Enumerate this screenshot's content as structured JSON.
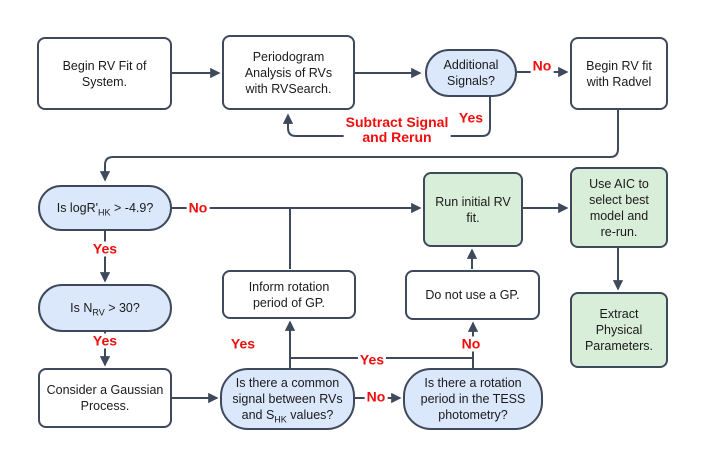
{
  "palette": {
    "border": "#3e4a5c",
    "arrow": "#3e4a5c",
    "decision_fill": "#dbe8fb",
    "terminal_fill": "#d9eed8",
    "process_fill": "#ffffff",
    "edge_label_red": "#f20d0d",
    "text": "#1a1a1a"
  },
  "nodes": {
    "begin_system": {
      "lines": [
        "Begin RV Fit of",
        "System."
      ]
    },
    "periodogram": {
      "lines": [
        "Periodogram",
        "Analysis of RVs",
        "with RVSearch."
      ]
    },
    "additional_signals": {
      "lines": [
        "Additional",
        "Signals?"
      ]
    },
    "begin_radvel": {
      "lines": [
        "Begin RV fit",
        "with Radvel"
      ]
    },
    "logrhk": {
      "pre": "Is logR'",
      "sub": "HK",
      "post": " > -4.9?"
    },
    "run_initial": {
      "lines": [
        "Run initial RV",
        "fit."
      ]
    },
    "use_aic": {
      "lines": [
        "Use AIC to",
        "select best",
        "model and",
        "re-run."
      ]
    },
    "nrv": {
      "pre": "Is N",
      "sub": "RV",
      "post": " > 30?"
    },
    "inform_rotation": {
      "lines": [
        "Inform rotation",
        "period of GP."
      ]
    },
    "do_not_use_gp": {
      "lines": [
        "Do not use a GP."
      ]
    },
    "extract_params": {
      "lines": [
        "Extract",
        "Physical",
        "Parameters."
      ]
    },
    "consider_gp": {
      "lines": [
        "Consider a Gaussian",
        "Process."
      ]
    },
    "common_signal": {
      "line1": "Is there a common",
      "line2": "signal between RVs",
      "line3": {
        "pre": "and S",
        "sub": "HK",
        "post": " values?"
      }
    },
    "tess_rotation": {
      "lines": [
        "Is there a rotation",
        "period in the TESS",
        "photometry?"
      ]
    }
  },
  "edge_labels": {
    "additional_no": "No",
    "additional_yes": "Yes",
    "subtract": [
      "Subtract Signal",
      "and Rerun"
    ],
    "logrhk_no": "No",
    "logrhk_yes": "Yes",
    "nrv_yes": "Yes",
    "common_yes": "Yes",
    "common_no": "No",
    "tess_yes": "Yes",
    "tess_no": "No"
  }
}
